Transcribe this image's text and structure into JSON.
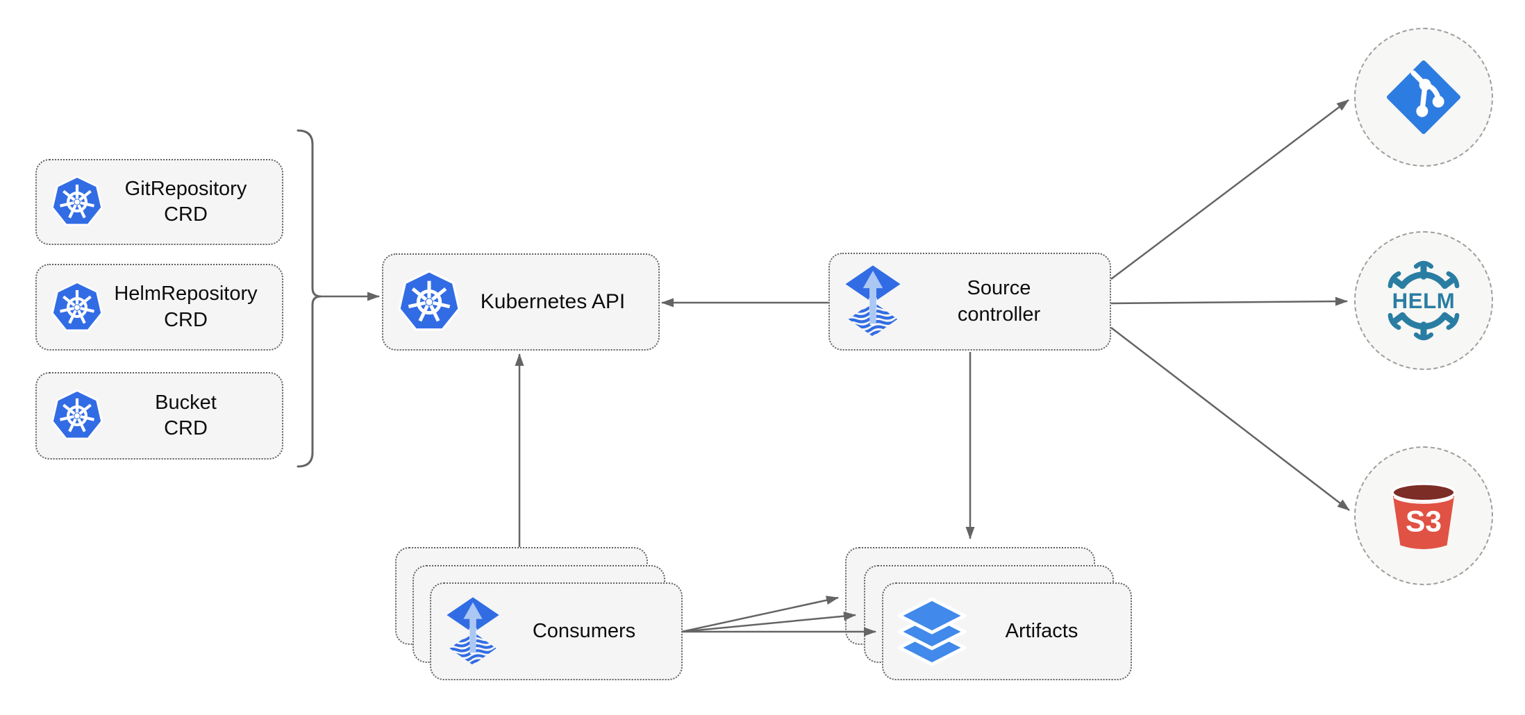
{
  "diagram": {
    "crd_boxes": [
      {
        "line1": "GitRepository",
        "line2": "CRD"
      },
      {
        "line1": "HelmRepository",
        "line2": "CRD"
      },
      {
        "line1": "Bucket",
        "line2": "CRD"
      }
    ],
    "kubernetes_api": {
      "label": "Kubernetes API"
    },
    "source_controller": {
      "line1": "Source",
      "line2": "controller"
    },
    "consumers": {
      "label": "Consumers"
    },
    "artifacts": {
      "label": "Artifacts"
    },
    "external_sources": {
      "git": {
        "icon": "git-branch-icon"
      },
      "helm": {
        "icon": "helm-wheel-icon",
        "label": "HELM"
      },
      "s3": {
        "icon": "s3-bucket-icon",
        "label": "S3"
      }
    },
    "icons": {
      "kubernetes": "kubernetes-wheel-icon",
      "flux": "flux-source-icon",
      "artifacts": "layers-icon"
    },
    "colors": {
      "kubernetes_blue": "#326CE5",
      "flux_blue": "#316CE4",
      "flux_arrow_light": "#ABC7F3",
      "git_blue": "#2D7CE1",
      "helm_teal": "#2A7DA2",
      "s3_red": "#E05243",
      "s3_dark_red": "#7B2D26",
      "layers_blue": "#4189EA",
      "box_fill": "#F5F5F5",
      "box_border": "#606060",
      "connector_gray": "#646464",
      "circle_border": "#9E9E9E"
    }
  }
}
